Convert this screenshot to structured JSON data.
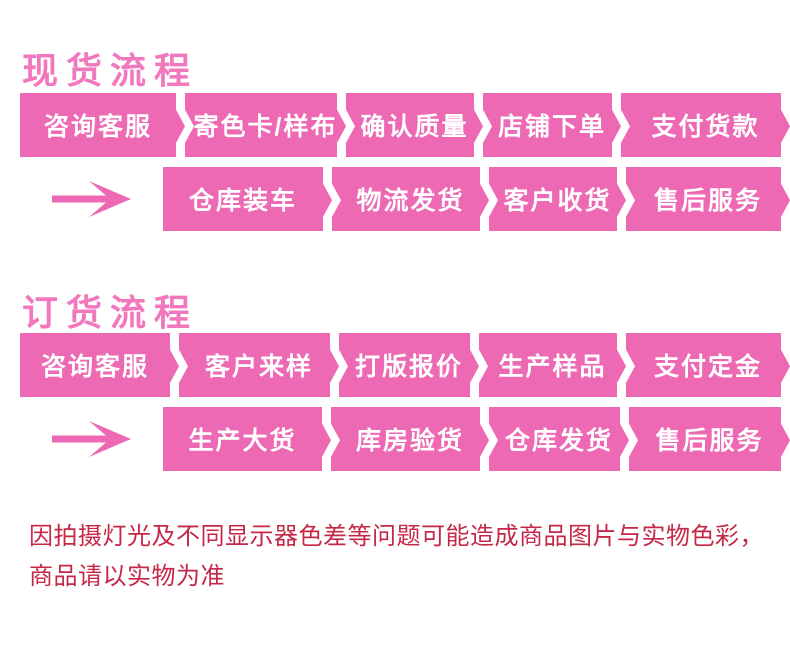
{
  "colors": {
    "pink": "#ee69b3",
    "title_pink": "#f178bd",
    "step_text": "#ffffff",
    "disclaimer_red": "#c52846",
    "background": "#ffffff"
  },
  "sections": [
    {
      "id": "in-stock-flow",
      "title": "现货流程",
      "rows": [
        {
          "steps": [
            "咨询客服",
            "寄色卡/样布",
            "确认质量",
            "店铺下单",
            "支付货款"
          ]
        },
        {
          "has_leading_arrow": true,
          "steps": [
            "仓库装车",
            "物流发货",
            "客户收货",
            "售后服务"
          ]
        }
      ]
    },
    {
      "id": "order-flow",
      "title": "订货流程",
      "rows": [
        {
          "steps": [
            "咨询客服",
            "客户来样",
            "打版报价",
            "生产样品",
            "支付定金"
          ]
        },
        {
          "has_leading_arrow": true,
          "steps": [
            "生产大货",
            "库房验货",
            "仓库发货",
            "售后服务"
          ]
        }
      ]
    }
  ],
  "icons": {
    "flow_continuation_arrow": "right-arrow"
  },
  "disclaimer": {
    "line1": "因拍摄灯光及不同显示器色差等问题可能造成商品图片与实物色彩，",
    "line2": "商品请以实物为准"
  }
}
